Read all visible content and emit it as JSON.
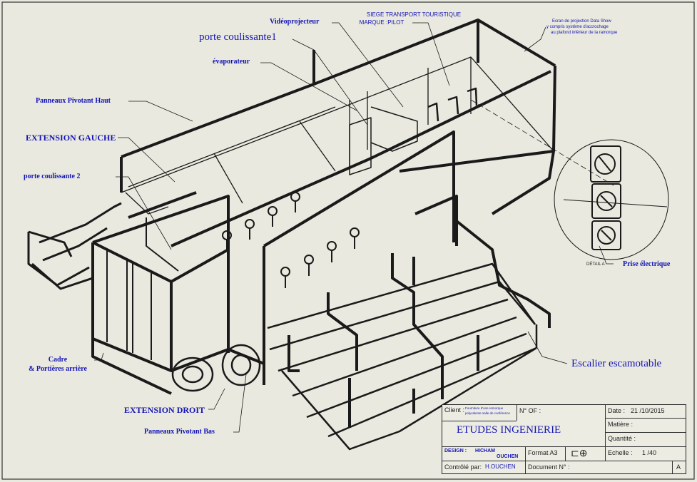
{
  "labels": {
    "videoprojecteur": "Vidéoprojecteur",
    "siege_line1": "SIEGE TRANSPORT TOURISTIQUE",
    "siege_line2": "MARQUE :PILOT",
    "ecran_line1": "Ecran de projection Data Show",
    "ecran_line2": "y compris système d'accrochage",
    "ecran_line3": "au plafond inférieur de la ramorque",
    "porte_coulissante_1": "porte coulissante1",
    "evaporateur": "évaporateur",
    "panneaux_pivotant_haut": "Panneaux Pivotant Haut",
    "extension_gauche": "EXTENSION GAUCHE",
    "porte_coulissante_2": "porte coulissante 2",
    "cadre_line1": "Cadre",
    "cadre_line2": "& Portières arrière",
    "extension_droit": "EXTENSION DROIT",
    "panneaux_pivotant_bas": "Panneaux Pivotant Bas",
    "escalier": "Escalier escamotable",
    "detail": "DÉTAIL A",
    "prise": "Prise électrique"
  },
  "title_block": {
    "client_label": "Client :",
    "client_value_line1": "Fourniture d'une remorque",
    "client_value_line2": "polyvalente salle de conférence",
    "of_label": "N° OF :",
    "date_label": "Date :",
    "date_value": "21 /10/2015",
    "company": "ETUDES INGENIERIE",
    "matiere_label": "Matière :",
    "quantite_label": "Quantité :",
    "design_label": "DESIGN :",
    "designer_line1": "HICHAM",
    "designer_line2": "OUCHEN",
    "format": "Format A3",
    "echelle_label": "Echelle :",
    "echelle_value": "1 /40",
    "controle_label": "Contrôlé par:",
    "controle_value": "H.OUCHEN",
    "document_label": "Document N° :",
    "revision": "A"
  },
  "colors": {
    "background": "#e9e9df",
    "label_blue": "#1414b4",
    "line": "#1a1a1a"
  }
}
